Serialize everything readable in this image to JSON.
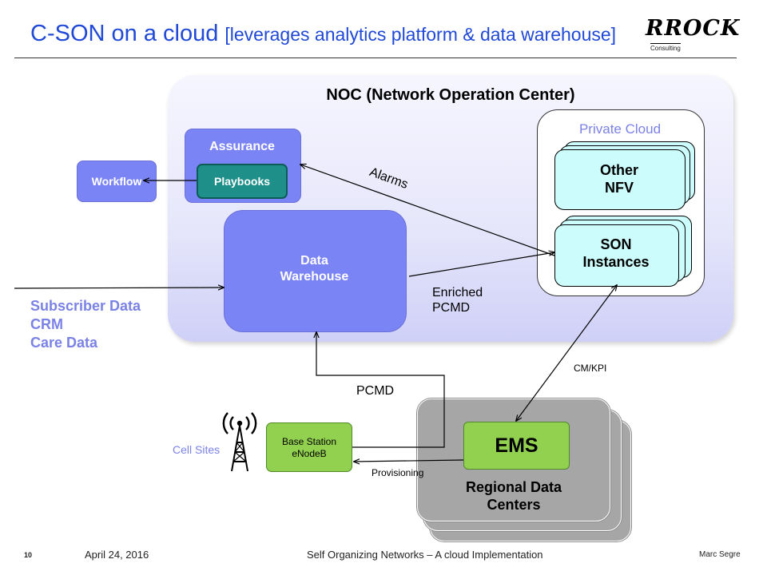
{
  "header": {
    "title_main": "C-SON on a cloud",
    "title_sub": "[leverages analytics platform & data warehouse]",
    "logo_text": "RROCK",
    "logo_tagline": "Consulting"
  },
  "diagram": {
    "noc_title": "NOC (Network Operation Center)",
    "private_cloud_label": "Private Cloud",
    "other_nfv_line1": "Other",
    "other_nfv_line2": "NFV",
    "son_line1": "SON",
    "son_line2": "Instances",
    "assurance_label": "Assurance",
    "playbooks_label": "Playbooks",
    "workflow_label": "Workflow",
    "data_warehouse_line1": "Data",
    "data_warehouse_line2": "Warehouse",
    "subscriber_line1": "Subscriber Data",
    "subscriber_line2": "CRM",
    "subscriber_line3": "Care Data",
    "alarms_label": "Alarms",
    "enriched_line1": "Enriched",
    "enriched_line2": "PCMD",
    "cmkpi_label": "CM/KPI",
    "pcmd_label": "PCMD",
    "provisioning_label": "Provisioning",
    "ems_label": "EMS",
    "rdc_line1": "Regional Data",
    "rdc_line2": "Centers",
    "base_station_line1": "Base Station",
    "base_station_line2": "eNodeB",
    "cell_sites_label": "Cell Sites"
  },
  "footer": {
    "page_number": "10",
    "date": "April 24, 2016",
    "presentation_title": "Self Organizing Networks – A cloud Implementation",
    "author": "Marc Segre"
  },
  "colors": {
    "title_blue": "#1f49d6",
    "box_blue": "#7b84f4",
    "label_blue": "#7b82e6",
    "cyan": "#ccfcfc",
    "teal": "#1f8f8a",
    "green": "#92d050",
    "gray": "#a6a6a6"
  },
  "icons": [
    "cell-tower-icon"
  ]
}
